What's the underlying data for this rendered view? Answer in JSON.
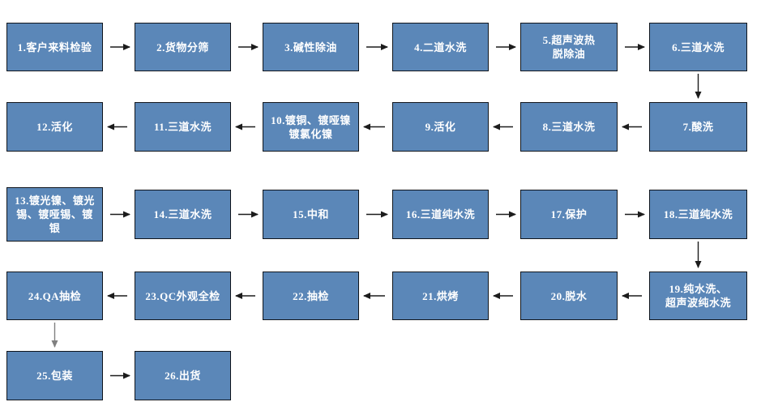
{
  "diagram": {
    "type": "flowchart",
    "colors": {
      "box_fill": "#5b87b8",
      "box_border": "#10151c",
      "box_text": "#ffffff",
      "arrow": "#1c1c1c",
      "arrow_gray": "#808080",
      "background": "#ffffff"
    },
    "nodes": [
      {
        "id": "1",
        "col": 1,
        "row": 1,
        "label": "1.客户来料检验",
        "lines": [
          "1.客户来料检验"
        ]
      },
      {
        "id": "2",
        "col": 2,
        "row": 1,
        "label": "2.货物分筛",
        "lines": [
          "2.货物分筛"
        ]
      },
      {
        "id": "3",
        "col": 3,
        "row": 1,
        "label": "3.碱性除油",
        "lines": [
          "3.碱性除油"
        ]
      },
      {
        "id": "4",
        "col": 4,
        "row": 1,
        "label": "4.二道水洗",
        "lines": [
          "4.二道水洗"
        ]
      },
      {
        "id": "5",
        "col": 5,
        "row": 1,
        "label": "5.超声波热脱除油",
        "lines": [
          "5.超声波热",
          "脱除油"
        ]
      },
      {
        "id": "6",
        "col": 6,
        "row": 1,
        "label": "6.三道水洗",
        "lines": [
          "6.三道水洗"
        ]
      },
      {
        "id": "7",
        "col": 6,
        "row": 2,
        "label": "7.酸洗",
        "lines": [
          "7.酸洗"
        ]
      },
      {
        "id": "8",
        "col": 5,
        "row": 2,
        "label": "8.三道水洗",
        "lines": [
          "8.三道水洗"
        ]
      },
      {
        "id": "9",
        "col": 4,
        "row": 2,
        "label": "9.活化",
        "lines": [
          "9.活化"
        ]
      },
      {
        "id": "10",
        "col": 3,
        "row": 2,
        "label": "10.镀铜、镀哑镍镀氯化镍",
        "lines": [
          "10.镀铜、镀哑镍",
          "镀氯化镍"
        ]
      },
      {
        "id": "11",
        "col": 2,
        "row": 2,
        "label": "11.三道水洗",
        "lines": [
          "11.三道水洗"
        ]
      },
      {
        "id": "12",
        "col": 1,
        "row": 2,
        "label": "12.活化",
        "lines": [
          "12.活化"
        ]
      },
      {
        "id": "13",
        "col": 1,
        "row": 3,
        "label": "13.镀光镍、镀光锡、镀哑锡、镀银",
        "lines": [
          "13.镀光镍、镀光",
          "锡、镀哑锡、镀",
          "银"
        ]
      },
      {
        "id": "14",
        "col": 2,
        "row": 3,
        "label": "14.三道水洗",
        "lines": [
          "14.三道水洗"
        ]
      },
      {
        "id": "15",
        "col": 3,
        "row": 3,
        "label": "15.中和",
        "lines": [
          "15.中和"
        ]
      },
      {
        "id": "16",
        "col": 4,
        "row": 3,
        "label": "16.三道纯水洗",
        "lines": [
          "16.三道纯水洗"
        ]
      },
      {
        "id": "17",
        "col": 5,
        "row": 3,
        "label": "17.保护",
        "lines": [
          "17.保护"
        ]
      },
      {
        "id": "18",
        "col": 6,
        "row": 3,
        "label": "18.三道纯水洗",
        "lines": [
          "18.三道纯水洗"
        ]
      },
      {
        "id": "19",
        "col": 6,
        "row": 4,
        "label": "19.纯水洗、超声波纯水洗",
        "lines": [
          "19.纯水洗、",
          "超声波纯水洗"
        ]
      },
      {
        "id": "20",
        "col": 5,
        "row": 4,
        "label": "20.脱水",
        "lines": [
          "20.脱水"
        ]
      },
      {
        "id": "21",
        "col": 4,
        "row": 4,
        "label": "21.烘烤",
        "lines": [
          "21.烘烤"
        ]
      },
      {
        "id": "22",
        "col": 3,
        "row": 4,
        "label": "22.抽检",
        "lines": [
          "22.抽检"
        ]
      },
      {
        "id": "23",
        "col": 2,
        "row": 4,
        "label": "23.QC外观全检",
        "lines": [
          "23.QC外观全检"
        ]
      },
      {
        "id": "24",
        "col": 1,
        "row": 4,
        "label": "24.QA抽检",
        "lines": [
          "24.QA抽检"
        ]
      },
      {
        "id": "25",
        "col": 1,
        "row": 5,
        "label": "25.包装",
        "lines": [
          "25.包装"
        ]
      },
      {
        "id": "26",
        "col": 2,
        "row": 5,
        "label": "26.出货",
        "lines": [
          "26.出货"
        ]
      }
    ],
    "connections": [
      {
        "from": "1",
        "to": "2",
        "dir": "right",
        "color": "black"
      },
      {
        "from": "2",
        "to": "3",
        "dir": "right",
        "color": "black"
      },
      {
        "from": "3",
        "to": "4",
        "dir": "right",
        "color": "black"
      },
      {
        "from": "4",
        "to": "5",
        "dir": "right",
        "color": "black"
      },
      {
        "from": "5",
        "to": "6",
        "dir": "right",
        "color": "black"
      },
      {
        "from": "6",
        "to": "7",
        "dir": "down",
        "color": "black"
      },
      {
        "from": "7",
        "to": "8",
        "dir": "left",
        "color": "black"
      },
      {
        "from": "8",
        "to": "9",
        "dir": "left",
        "color": "black"
      },
      {
        "from": "9",
        "to": "10",
        "dir": "left",
        "color": "black"
      },
      {
        "from": "10",
        "to": "11",
        "dir": "left",
        "color": "black"
      },
      {
        "from": "11",
        "to": "12",
        "dir": "left",
        "color": "black"
      },
      {
        "from": "13",
        "to": "14",
        "dir": "right",
        "color": "black"
      },
      {
        "from": "14",
        "to": "15",
        "dir": "right",
        "color": "black"
      },
      {
        "from": "15",
        "to": "16",
        "dir": "right",
        "color": "black"
      },
      {
        "from": "16",
        "to": "17",
        "dir": "right",
        "color": "black"
      },
      {
        "from": "17",
        "to": "18",
        "dir": "right",
        "color": "black"
      },
      {
        "from": "18",
        "to": "19",
        "dir": "down",
        "color": "black"
      },
      {
        "from": "19",
        "to": "20",
        "dir": "left",
        "color": "black"
      },
      {
        "from": "20",
        "to": "21",
        "dir": "left",
        "color": "black"
      },
      {
        "from": "21",
        "to": "22",
        "dir": "left",
        "color": "black"
      },
      {
        "from": "22",
        "to": "23",
        "dir": "left",
        "color": "black"
      },
      {
        "from": "23",
        "to": "24",
        "dir": "left",
        "color": "black"
      },
      {
        "from": "24",
        "to": "25",
        "dir": "down",
        "color": "gray"
      },
      {
        "from": "25",
        "to": "26",
        "dir": "right",
        "color": "black"
      }
    ]
  }
}
